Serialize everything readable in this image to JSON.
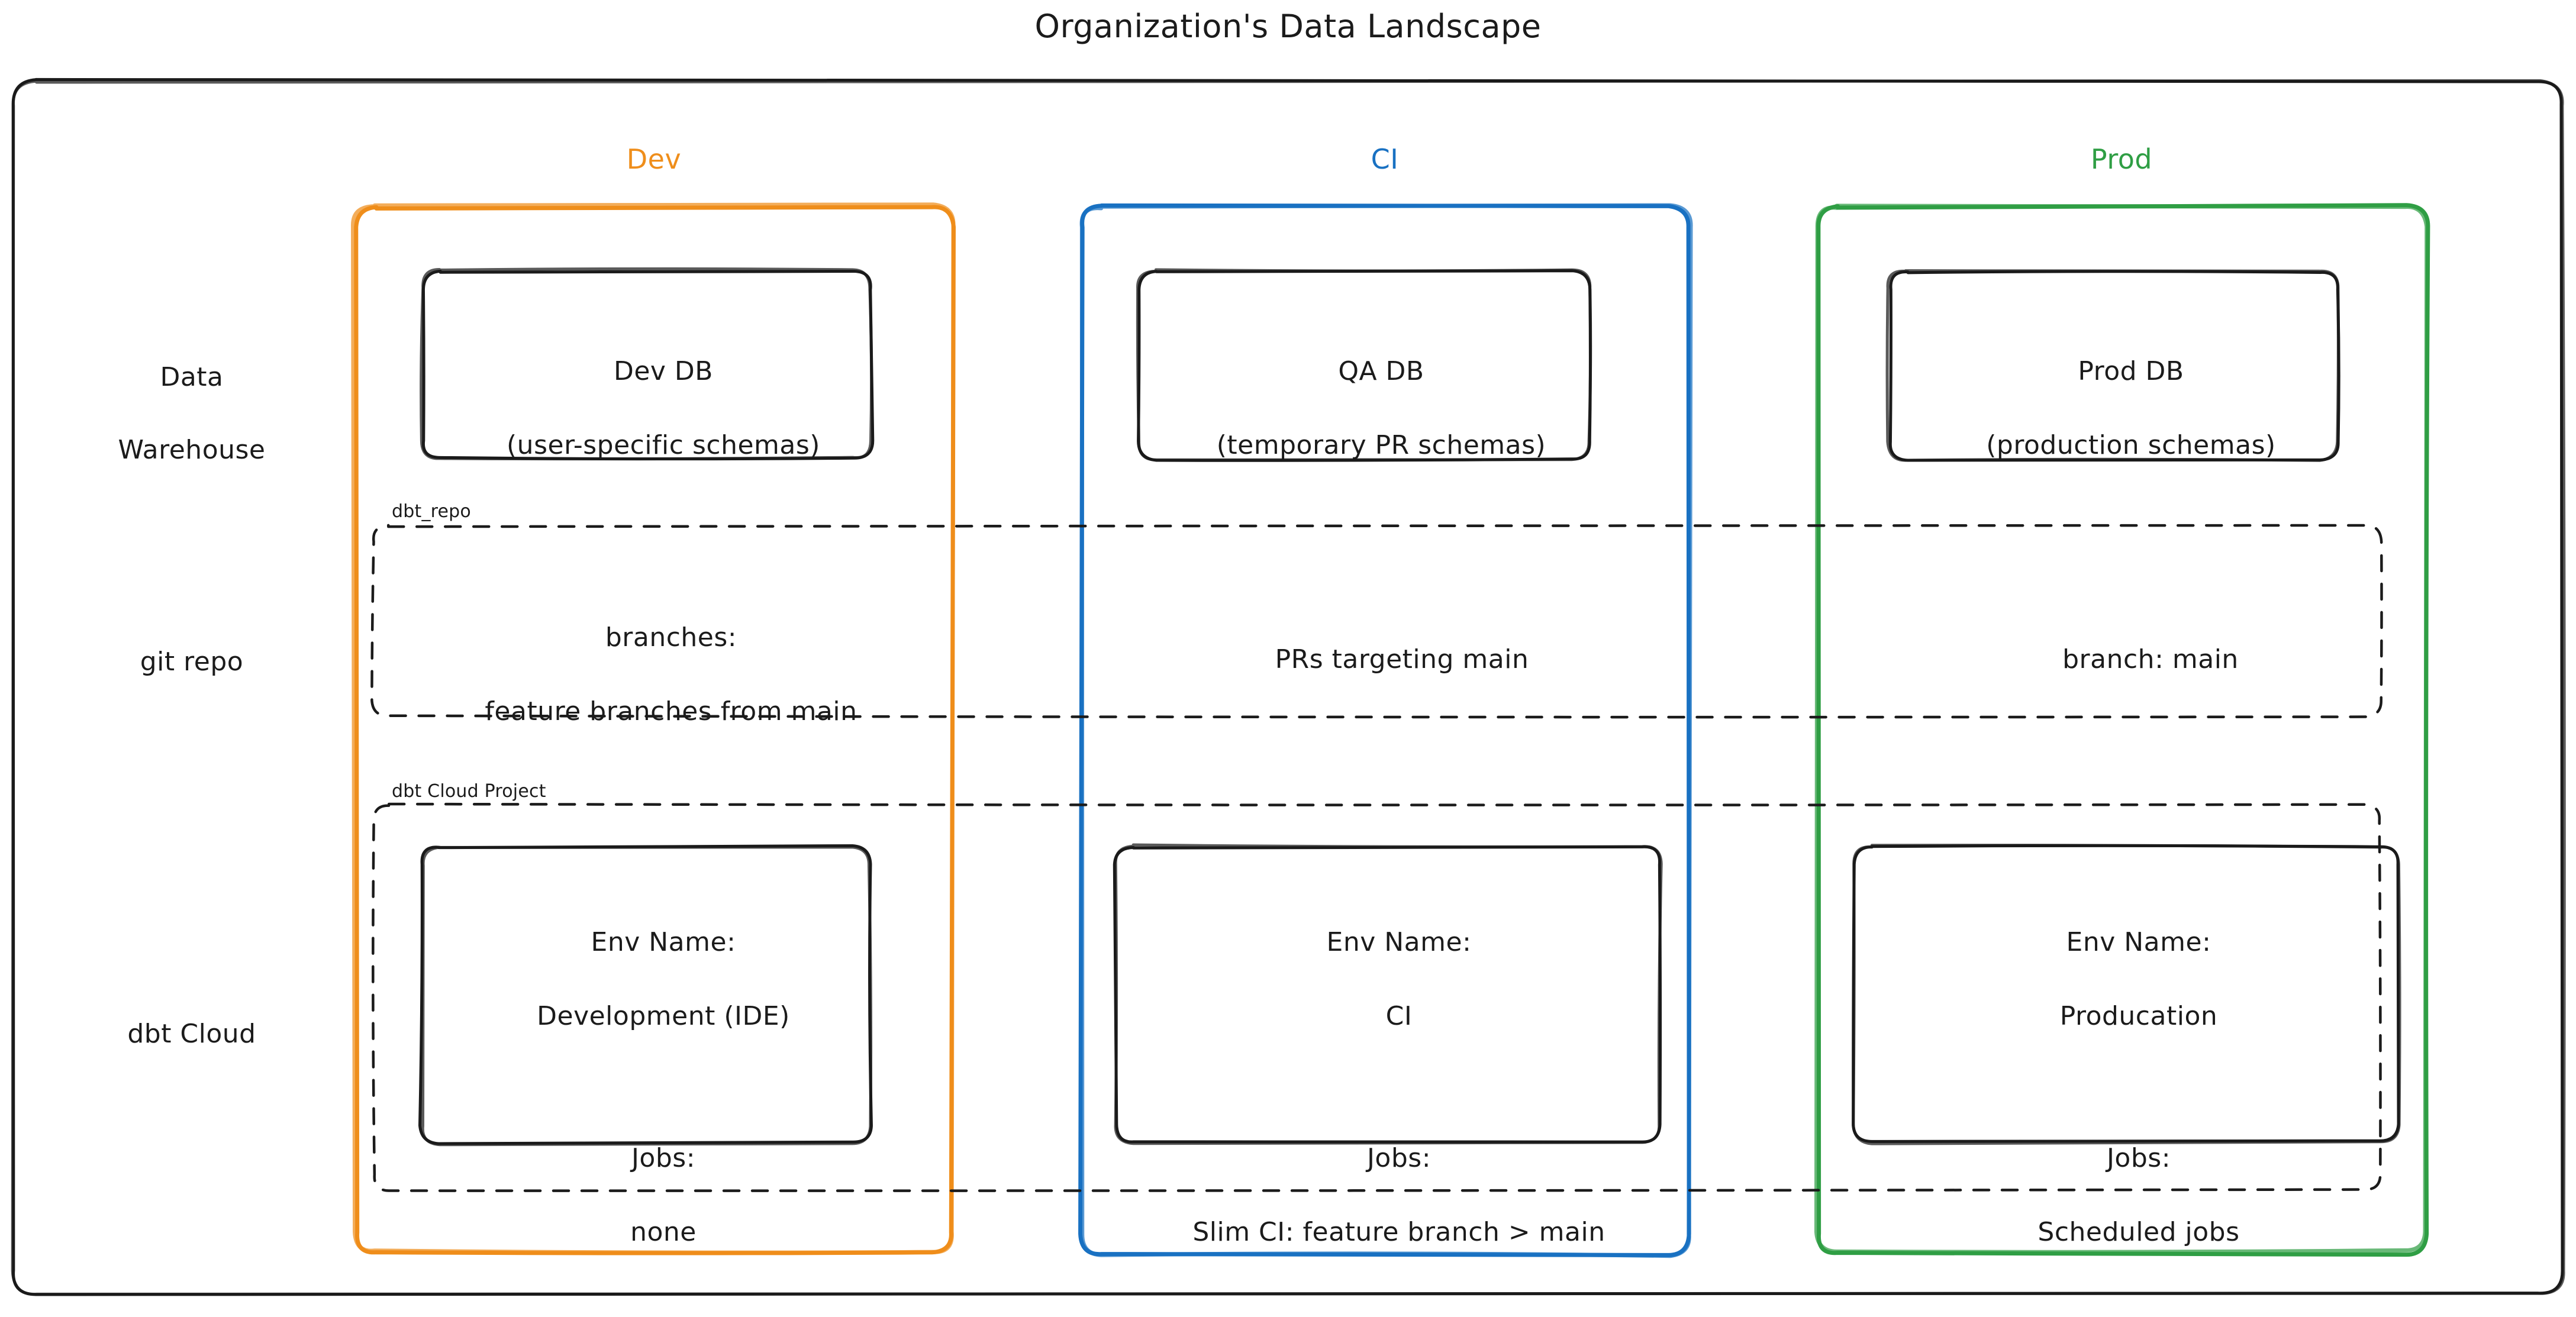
{
  "title": "Organization's Data Landscape",
  "colors": {
    "dev": "#ef8e1b",
    "ci": "#1971c2",
    "prod": "#2f9e44",
    "stroke": "#1b1b1b",
    "background": "#ffffff"
  },
  "environments": [
    {
      "key": "dev",
      "label": "Dev",
      "color": "#ef8e1b"
    },
    {
      "key": "ci",
      "label": "CI",
      "color": "#1971c2"
    },
    {
      "key": "prod",
      "label": "Prod",
      "color": "#2f9e44"
    }
  ],
  "row_labels": [
    {
      "key": "data-warehouse",
      "line1": "Data",
      "line2": "Warehouse"
    },
    {
      "key": "git-repo",
      "line1": "git repo",
      "line2": ""
    },
    {
      "key": "dbt-cloud",
      "line1": "dbt Cloud",
      "line2": ""
    }
  ],
  "group_labels": {
    "git_repo": "dbt_repo",
    "dbt_cloud": "dbt Cloud Project"
  },
  "data_warehouse": [
    {
      "env": "dev",
      "line1": "Dev DB",
      "line2": "(user-specific schemas)"
    },
    {
      "env": "ci",
      "line1": "QA DB",
      "line2": "(temporary PR schemas)"
    },
    {
      "env": "prod",
      "line1": "Prod DB",
      "line2": "(production schemas)"
    }
  ],
  "git_repo": [
    {
      "env": "dev",
      "line1": "branches:",
      "line2": "feature branches from main"
    },
    {
      "env": "ci",
      "line1": "PRs targeting main",
      "line2": ""
    },
    {
      "env": "prod",
      "line1": "branch: main",
      "line2": ""
    }
  ],
  "dbt_cloud": [
    {
      "env": "dev",
      "env_name_label": "Env Name:",
      "env_name_value": "Development (IDE)",
      "jobs_label": "Jobs:",
      "jobs_value": "none"
    },
    {
      "env": "ci",
      "env_name_label": "Env Name:",
      "env_name_value": "CI",
      "jobs_label": "Jobs:",
      "jobs_value": "Slim CI: feature branch > main"
    },
    {
      "env": "prod",
      "env_name_label": "Env Name:",
      "env_name_value": "Producation",
      "jobs_label": "Jobs:",
      "jobs_value": "Scheduled jobs"
    }
  ]
}
